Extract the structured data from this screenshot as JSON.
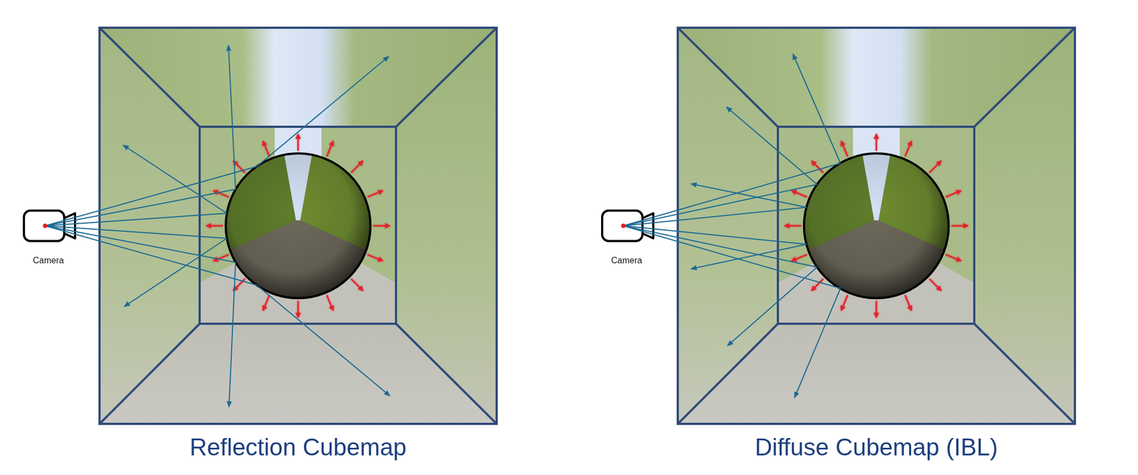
{
  "diagram": {
    "nodes": [
      {
        "text": [
          "Camera"
        ]
      },
      {
        "text": [
          "Reflection Cubemap"
        ]
      },
      {
        "text": [
          "Camera"
        ]
      },
      {
        "text": [
          "Diffuse Cubemap (IBL)"
        ]
      }
    ]
  }
}
